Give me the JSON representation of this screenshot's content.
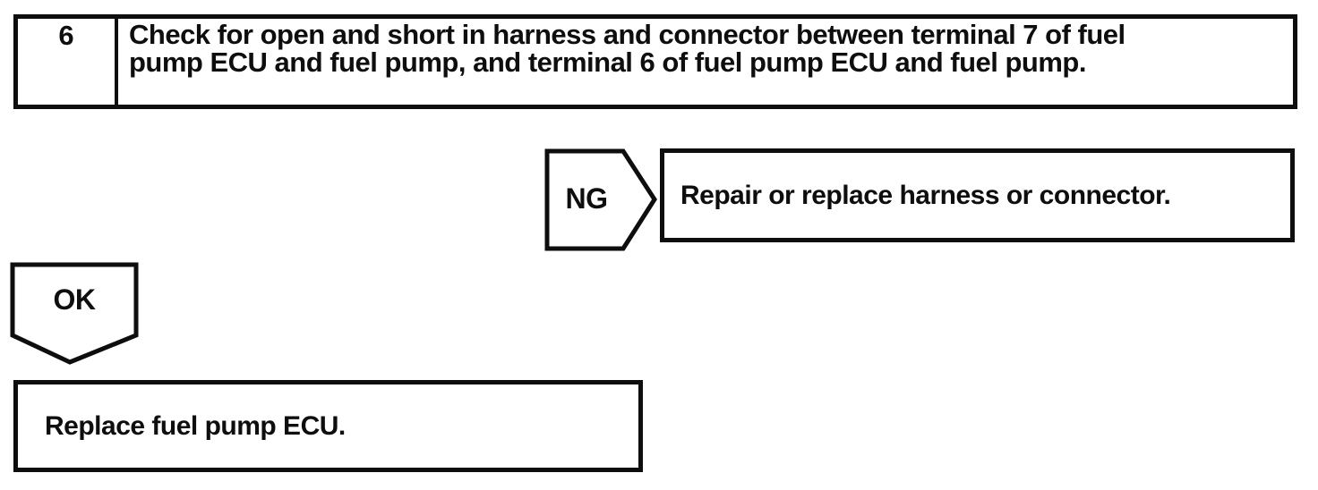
{
  "page": {
    "background_color": "#ffffff",
    "ink_color": "#0e0e0e"
  },
  "flowchart": {
    "step": {
      "number": "6",
      "instruction_line1": "Check for open and short in harness and connector between terminal 7 of fuel",
      "instruction_line2": "pump ECU and fuel pump, and terminal 6 of fuel pump ECU and fuel pump.",
      "instruction_full": "Check for open and short in harness and connector between terminal 7 of fuel pump ECU and fuel pump, and terminal 6 of fuel pump ECU and fuel pump."
    },
    "ng_branch": {
      "label": "NG",
      "action": "Repair or replace harness or connector."
    },
    "ok_branch": {
      "label": "OK",
      "action": "Replace fuel pump ECU."
    }
  }
}
